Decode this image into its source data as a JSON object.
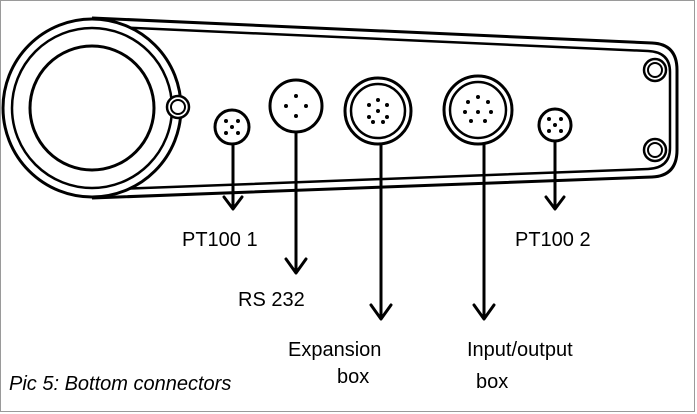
{
  "labels": {
    "pt100_1": "PT100 1",
    "rs232": "RS 232",
    "expansion_line1": "Expansion",
    "expansion_line2": "box",
    "io_line1": "Input/output",
    "io_line2": "box",
    "pt100_2": "PT100 2"
  },
  "caption": "Pic 5: Bottom connectors",
  "colors": {
    "stroke": "#000000",
    "background": "#ffffff",
    "frame": "#9a9a9a"
  }
}
